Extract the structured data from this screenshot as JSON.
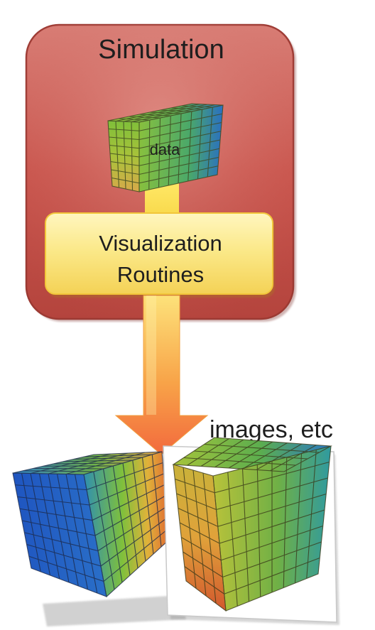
{
  "simulation": {
    "label": "Simulation",
    "color": "#c9554d"
  },
  "data_cube": {
    "label": "data"
  },
  "vis_routines": {
    "line1": "Visualization",
    "line2": "Routines",
    "color": "#fbe98a"
  },
  "output": {
    "label": "images, etc"
  },
  "colors": {
    "arrow_top": "#fde27a",
    "arrow_bottom": "#f26a3d",
    "grid_line": "#3f4a22"
  }
}
